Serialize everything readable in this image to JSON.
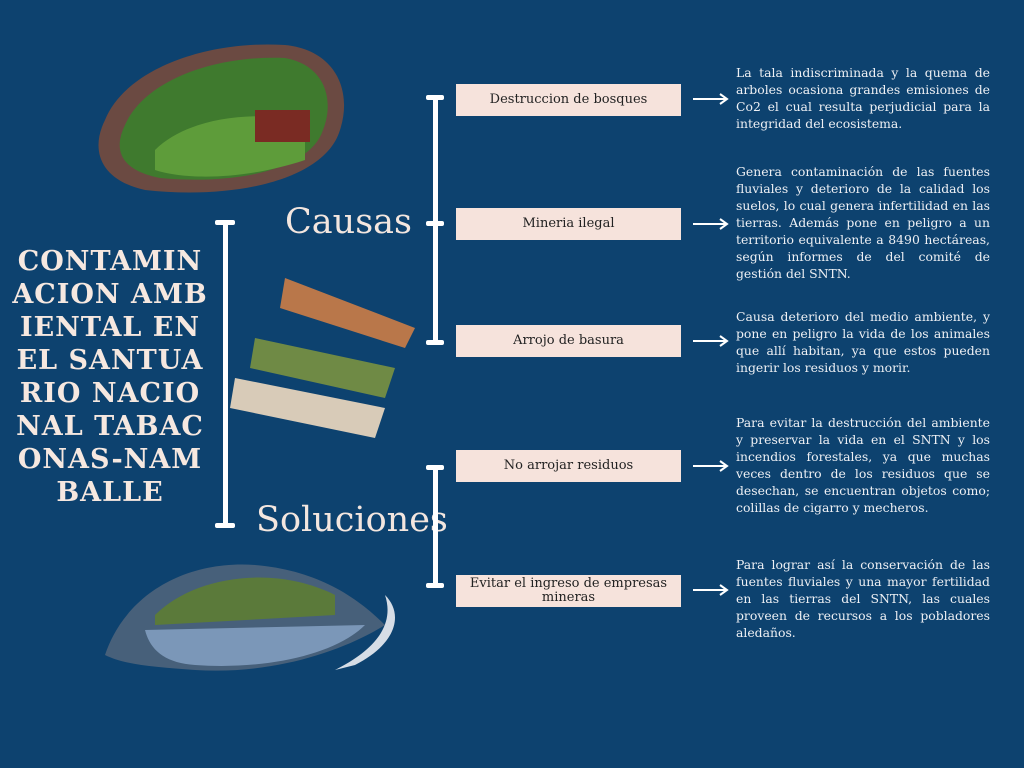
{
  "title": "CONTAMINACION AMBIENTAL EN EL SANTUARIO NACIONAL TABACONAS-NAMBALLE",
  "causas": {
    "label": "Causas",
    "items": [
      {
        "label": "Destruccion de bosques",
        "desc": "La tala indiscriminada  y la quema de arboles ocasiona grandes emisiones de Co2 el cual resulta perjudicial para la integridad del ecosistema."
      },
      {
        "label": "Mineria ilegal",
        "desc": "Genera contaminación de las fuentes fluviales y deterioro de la calidad los suelos, lo cual genera infertilidad en las tierras. Además pone en peligro a un territorio equivalente a 8490 hectáreas, según informes de del comité de gestión del SNTN."
      },
      {
        "label": "Arrojo de basura",
        "desc": "Causa deterioro del medio ambiente, y pone en peligro la vida de los animales que allí habitan, ya que estos pueden ingerir los residuos y morir."
      }
    ]
  },
  "soluciones": {
    "label": "Soluciones",
    "items": [
      {
        "label": "No arrojar residuos",
        "desc": "Para evitar la destrucción del ambiente y preservar la vida en el SNTN y los incendios forestales, ya que muchas veces dentro de los residuos que se desechan, se encuentran objetos como; colillas de cigarro y mecheros."
      },
      {
        "label": "Evitar el ingreso de empresas mineras",
        "desc": "Para lograr así la conservación de las fuentes fluviales y una mayor fertilidad en las tierras del SNTN, las cuales proveen de recursos a los pobladores aledaños."
      }
    ]
  }
}
